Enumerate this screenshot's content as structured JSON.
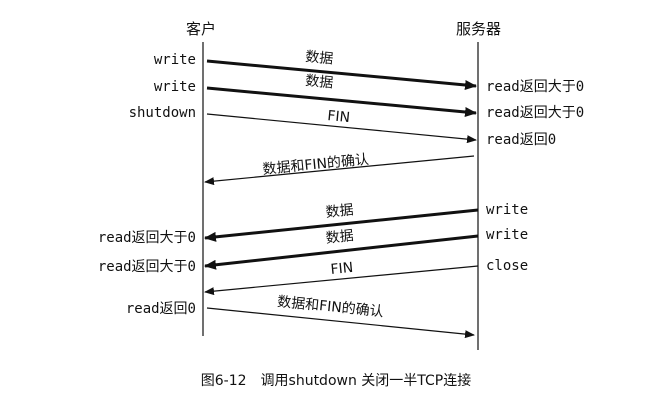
{
  "headers": {
    "client": "客户",
    "server": "服务器"
  },
  "client_labels": [
    "write",
    "write",
    "shutdown",
    "read返回大于0",
    "read返回大于0",
    "read返回0"
  ],
  "server_labels": [
    "read返回大于0",
    "read返回大于0",
    "read返回0",
    "write",
    "write",
    "close"
  ],
  "messages": [
    {
      "label": "数据",
      "direction": "client-to-server",
      "bold": true
    },
    {
      "label": "数据",
      "direction": "client-to-server",
      "bold": true
    },
    {
      "label": "FIN",
      "direction": "client-to-server",
      "bold": false
    },
    {
      "label": "数据和FIN的确认",
      "direction": "server-to-client",
      "bold": false
    },
    {
      "label": "数据",
      "direction": "server-to-client",
      "bold": true
    },
    {
      "label": "数据",
      "direction": "server-to-client",
      "bold": true
    },
    {
      "label": "FIN",
      "direction": "server-to-client",
      "bold": false
    },
    {
      "label": "数据和FIN的确认",
      "direction": "client-to-server",
      "bold": false
    }
  ],
  "caption": "图6-12　调用shutdown 关闭一半TCP连接"
}
